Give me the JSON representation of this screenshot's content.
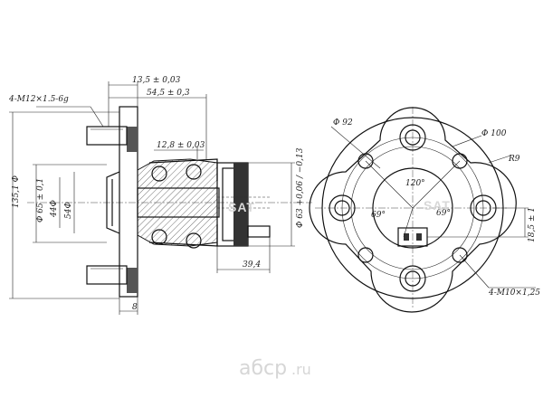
{
  "dimensions": {
    "thread_bolts": "4-M12×1.5-6g",
    "width_13": "13,5 ± 0,03",
    "width_54": "54,5 ± 0,3",
    "width_12": "12,8 ± 0,03",
    "flange_dia": "135,1 Φ",
    "bore_dia": "Φ 65 ± 0,1",
    "pilot_dia_a": "44Φ",
    "pilot_dia_b": "54Φ",
    "inner_dia": "Φ 63 +0,06 / −0,13",
    "length_39": "39,4",
    "flange_thk": "8",
    "pcd_92": "Φ 92",
    "pcd_100": "Φ 100",
    "radius": "R9",
    "angle_120": "120°",
    "angle_69a": "69°",
    "angle_69b": "69°",
    "offset_18": "18,5 ± 1",
    "thread_holes": "4-M10×1,25"
  },
  "watermark": "SAT",
  "logo": {
    "text": "aбcp",
    "domain": ".ru"
  }
}
